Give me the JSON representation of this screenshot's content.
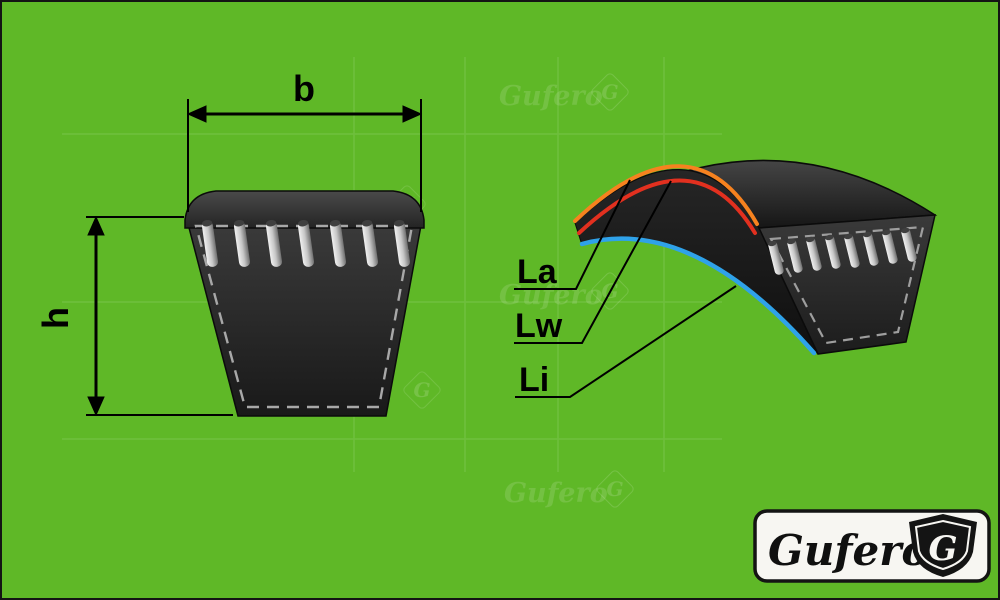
{
  "colors": {
    "background": "#5fb827",
    "belt_dark": "#242424",
    "cord_metal": "#c4c4c4",
    "la_line": "#f6821f",
    "lw_line": "#e2301f",
    "li_line": "#2fa2e9",
    "dimension_ink": "#000000",
    "logo_plate": "#f7f6f2"
  },
  "dimensions": {
    "width_label": "b",
    "height_label": "h"
  },
  "belt_lines": {
    "la_label": "La",
    "lw_label": "Lw",
    "li_label": "Li"
  },
  "logo": {
    "name": "Gufero",
    "monogram": "G"
  },
  "watermark": {
    "name": "Gufero",
    "monogram": "G"
  }
}
